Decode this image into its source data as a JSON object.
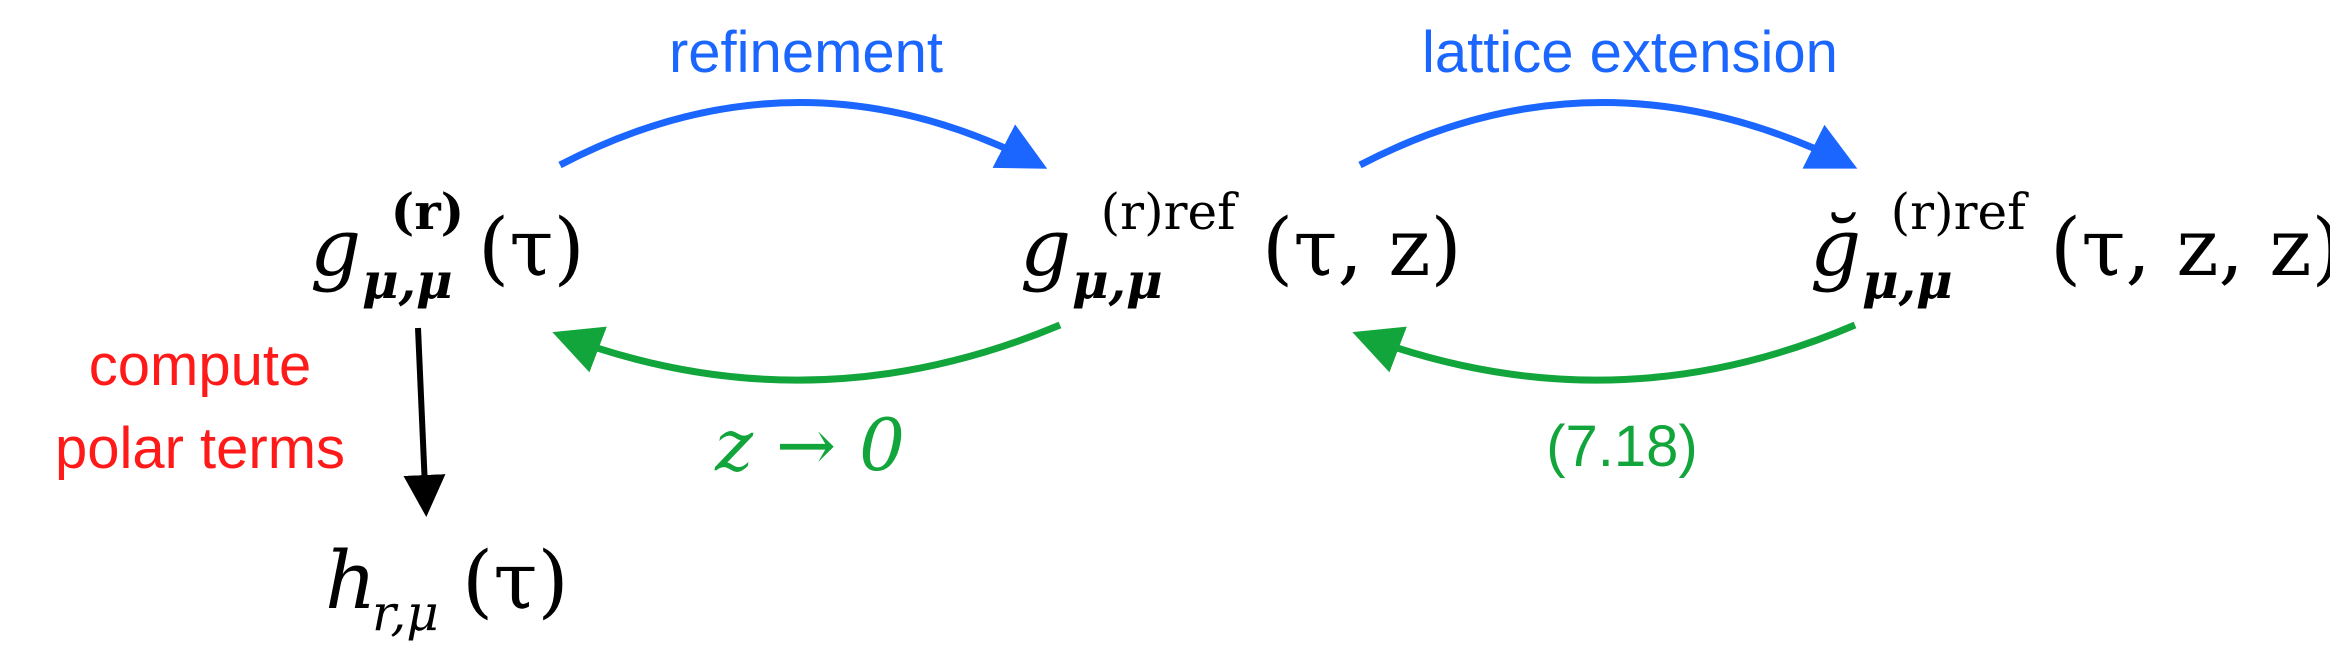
{
  "nodes": {
    "g": {
      "base": "g",
      "sup": "(r)",
      "sub": "μ,μ",
      "args": "(τ)"
    },
    "g_ref": {
      "base": "g",
      "sup": "(r)ref",
      "sub": "μ,μ",
      "args": "(τ, z)"
    },
    "g_check": {
      "base": "ğ",
      "sup": "(r)ref",
      "sub": "μ,μ",
      "args": "(τ, z, z)"
    },
    "h": {
      "base": "h",
      "sub": "r,μ",
      "args": "(τ)"
    }
  },
  "edges": {
    "refinement": "refinement",
    "lattice_extension": "lattice extension",
    "z_limit": "z → 0",
    "eq_ref": "(7.18)",
    "compute": "compute",
    "polar_terms": "polar terms"
  },
  "colors": {
    "blue": "#1a66ff",
    "green": "#12a53b",
    "red": "#ff1a1a",
    "black": "#000000"
  }
}
